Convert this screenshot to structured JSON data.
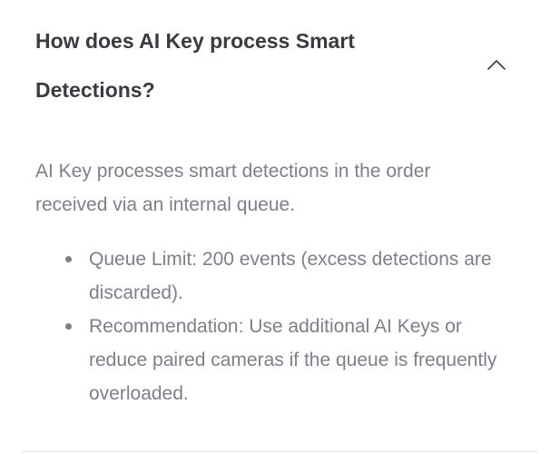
{
  "faq": {
    "question": "How does AI Key process Smart Detections?",
    "expanded": true,
    "toggle_icon": "chevron-up-icon",
    "answer_intro": "AI Key processes smart detections in the order received via an internal queue.",
    "points": [
      "Queue Limit: 200 events (excess detections are discarded).",
      "Recommendation: Use additional AI Keys or reduce paired cameras if the queue is frequently overloaded."
    ]
  },
  "colors": {
    "question_text": "#3a3b40",
    "answer_text": "#7d7f8a",
    "divider": "#e3e4e8",
    "background": "#ffffff"
  }
}
